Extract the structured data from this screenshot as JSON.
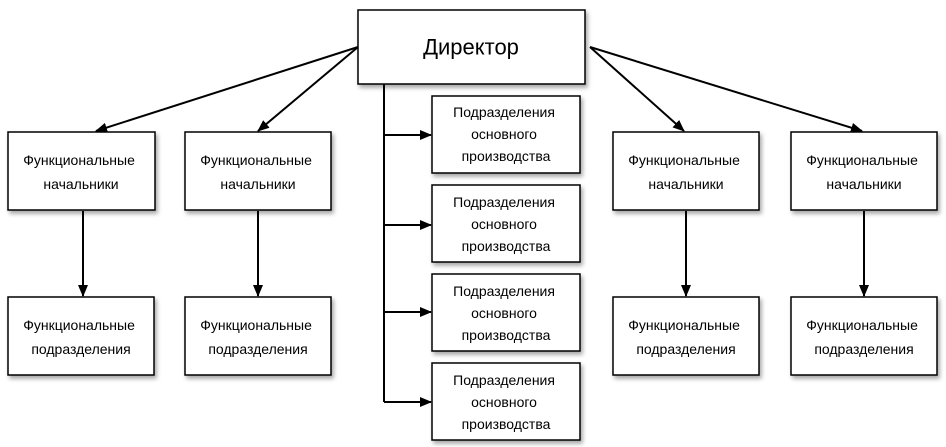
{
  "director": {
    "label": "Директор"
  },
  "managers": [
    {
      "lines": [
        "Функциональные",
        "начальники"
      ]
    },
    {
      "lines": [
        "Функциональные",
        "начальники"
      ]
    },
    {
      "lines": [
        "Функциональные",
        "начальники"
      ]
    },
    {
      "lines": [
        "Функциональные",
        "начальники"
      ]
    }
  ],
  "departments": [
    {
      "lines": [
        "Функциональные",
        "подразделения"
      ]
    },
    {
      "lines": [
        "Функциональные",
        "подразделения"
      ]
    },
    {
      "lines": [
        "Функциональные",
        "подразделения"
      ]
    },
    {
      "lines": [
        "Функциональные",
        "подразделения"
      ]
    }
  ],
  "production": [
    {
      "lines": [
        "Подразделения",
        "основного",
        "производства"
      ]
    },
    {
      "lines": [
        "Подразделения",
        "основного",
        "производства"
      ]
    },
    {
      "lines": [
        "Подразделения",
        "основного",
        "производства"
      ]
    },
    {
      "lines": [
        "Подразделения",
        "основного",
        "производства"
      ]
    }
  ]
}
